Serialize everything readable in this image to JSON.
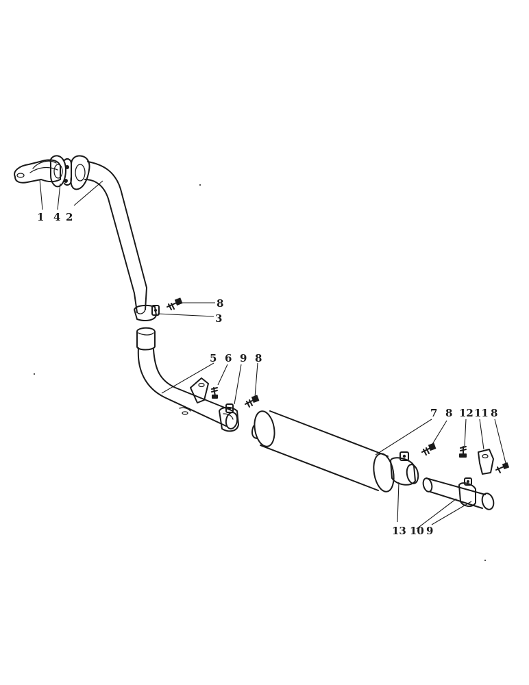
{
  "callouts": {
    "c1": "1",
    "c4": "4",
    "c2": "2",
    "c8_top": "8",
    "c3": "3",
    "c5": "5",
    "c6": "6",
    "c9_mid": "9",
    "c8_mid": "8",
    "c7": "7",
    "c8_right": "8",
    "c12": "12",
    "c11": "11",
    "c8_far": "8",
    "c13": "13",
    "c10": "10",
    "c9_low": "9"
  },
  "colors": {
    "ink": "#1a1a1a",
    "paper": "#ffffff"
  }
}
